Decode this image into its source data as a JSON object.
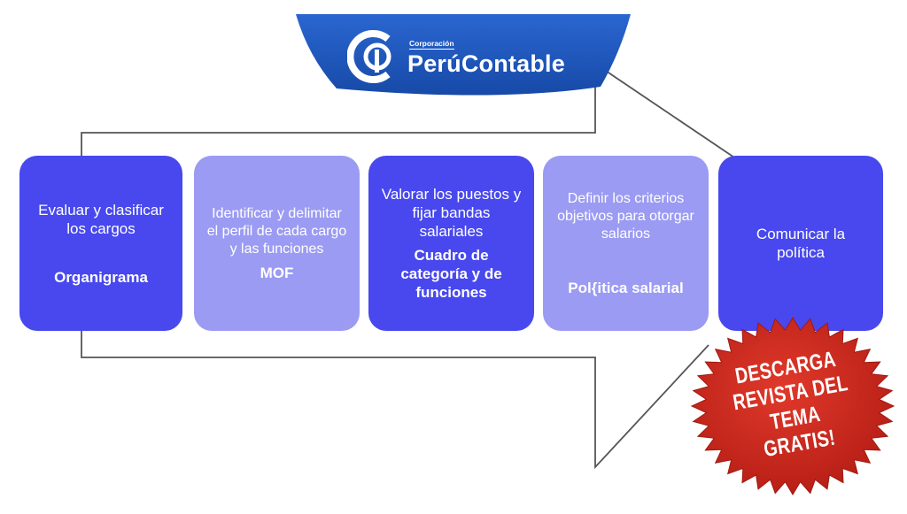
{
  "header": {
    "logo_small": "Corporación",
    "logo_name": "PerúContable"
  },
  "steps": [
    {
      "text": "Evaluar y clasificar los cargos",
      "keyword": "Organigrama"
    },
    {
      "text": "Identificar y delimitar el perfil de cada cargo y las funciones",
      "keyword": "MOF"
    },
    {
      "text": "Valorar los puestos y fijar bandas salariales",
      "keyword": "Cuadro de categoría y de funciones"
    },
    {
      "text": "Definir los criterios objetivos para otorgar salarios",
      "keyword": "Pol{itica salarial"
    },
    {
      "text": "Comunicar la política",
      "keyword": ""
    }
  ],
  "promo": {
    "lines": [
      "DESCARGA",
      "REVISTA DEL",
      "TEMA",
      "GRATIS!"
    ]
  },
  "colors": {
    "banner_blue": "#1f5bc4",
    "step_dark": "#4848ee",
    "step_light": "#9b9bf3",
    "seal_red": "#d42a1f",
    "arrow_outline": "#555555"
  }
}
